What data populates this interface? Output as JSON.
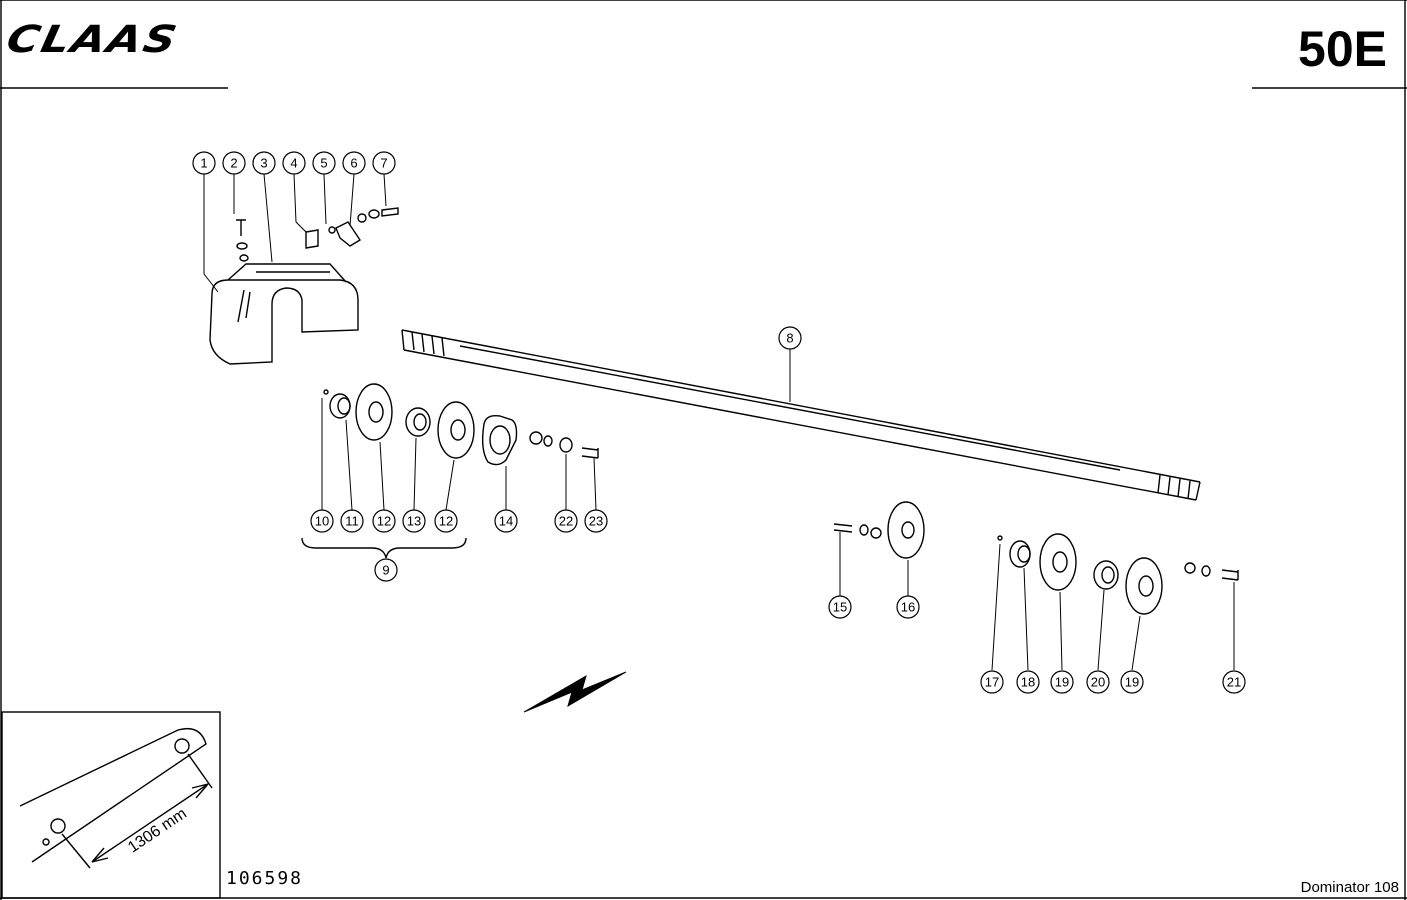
{
  "header": {
    "brand": "CLAAS",
    "page_code": "50E"
  },
  "footer": {
    "drawing_number": "106598",
    "model": "Dominator 108"
  },
  "inset": {
    "dimension_label": "1306 mm"
  },
  "callouts": [
    "1",
    "2",
    "3",
    "4",
    "5",
    "6",
    "7",
    "8",
    "9",
    "10",
    "11",
    "12",
    "13",
    "12",
    "14",
    "22",
    "23",
    "15",
    "16",
    "17",
    "18",
    "19",
    "20",
    "19",
    "21"
  ]
}
